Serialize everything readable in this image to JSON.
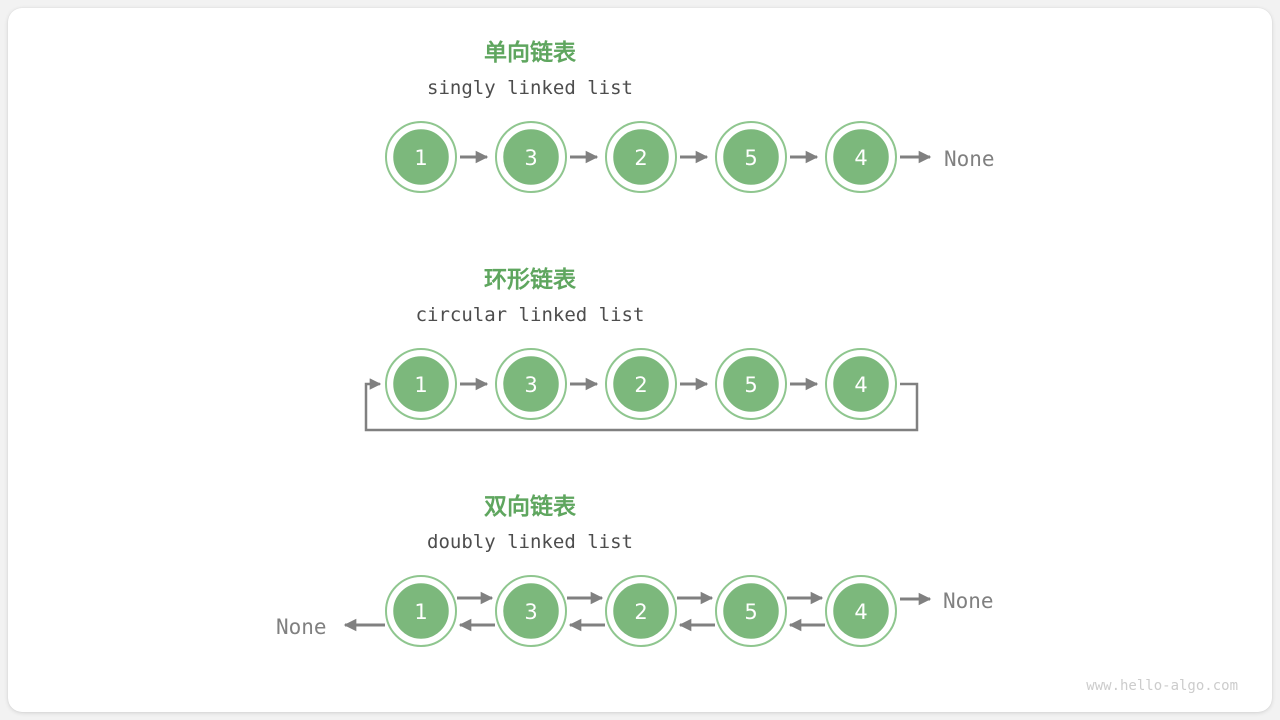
{
  "page": {
    "background_color": "#f2f2f2",
    "card_color": "#ffffff",
    "watermark": "www.hello-algo.com"
  },
  "palette": {
    "node_fill": "#7CB87C",
    "node_ring": "#8FC68F",
    "node_text": "#ffffff",
    "heading_green": "#5FA65F",
    "subtitle_gray": "#4d4d4d",
    "arrow_gray": "#808080",
    "none_gray": "#808080",
    "watermark_gray": "#cccccc"
  },
  "sections": [
    {
      "id": "singly",
      "zh_title": "单向链表",
      "en_title": "singly linked list",
      "nodes": [
        "1",
        "3",
        "2",
        "5",
        "4"
      ],
      "tail_label": "None",
      "head_label": null,
      "arrows": "forward",
      "loop_back": false
    },
    {
      "id": "circular",
      "zh_title": "环形链表",
      "en_title": "circular linked list",
      "nodes": [
        "1",
        "3",
        "2",
        "5",
        "4"
      ],
      "tail_label": null,
      "head_label": null,
      "arrows": "forward",
      "loop_back": true
    },
    {
      "id": "doubly",
      "zh_title": "双向链表",
      "en_title": "doubly linked list",
      "nodes": [
        "1",
        "3",
        "2",
        "5",
        "4"
      ],
      "tail_label": "None",
      "head_label": "None",
      "arrows": "bidirectional",
      "loop_back": false
    }
  ]
}
